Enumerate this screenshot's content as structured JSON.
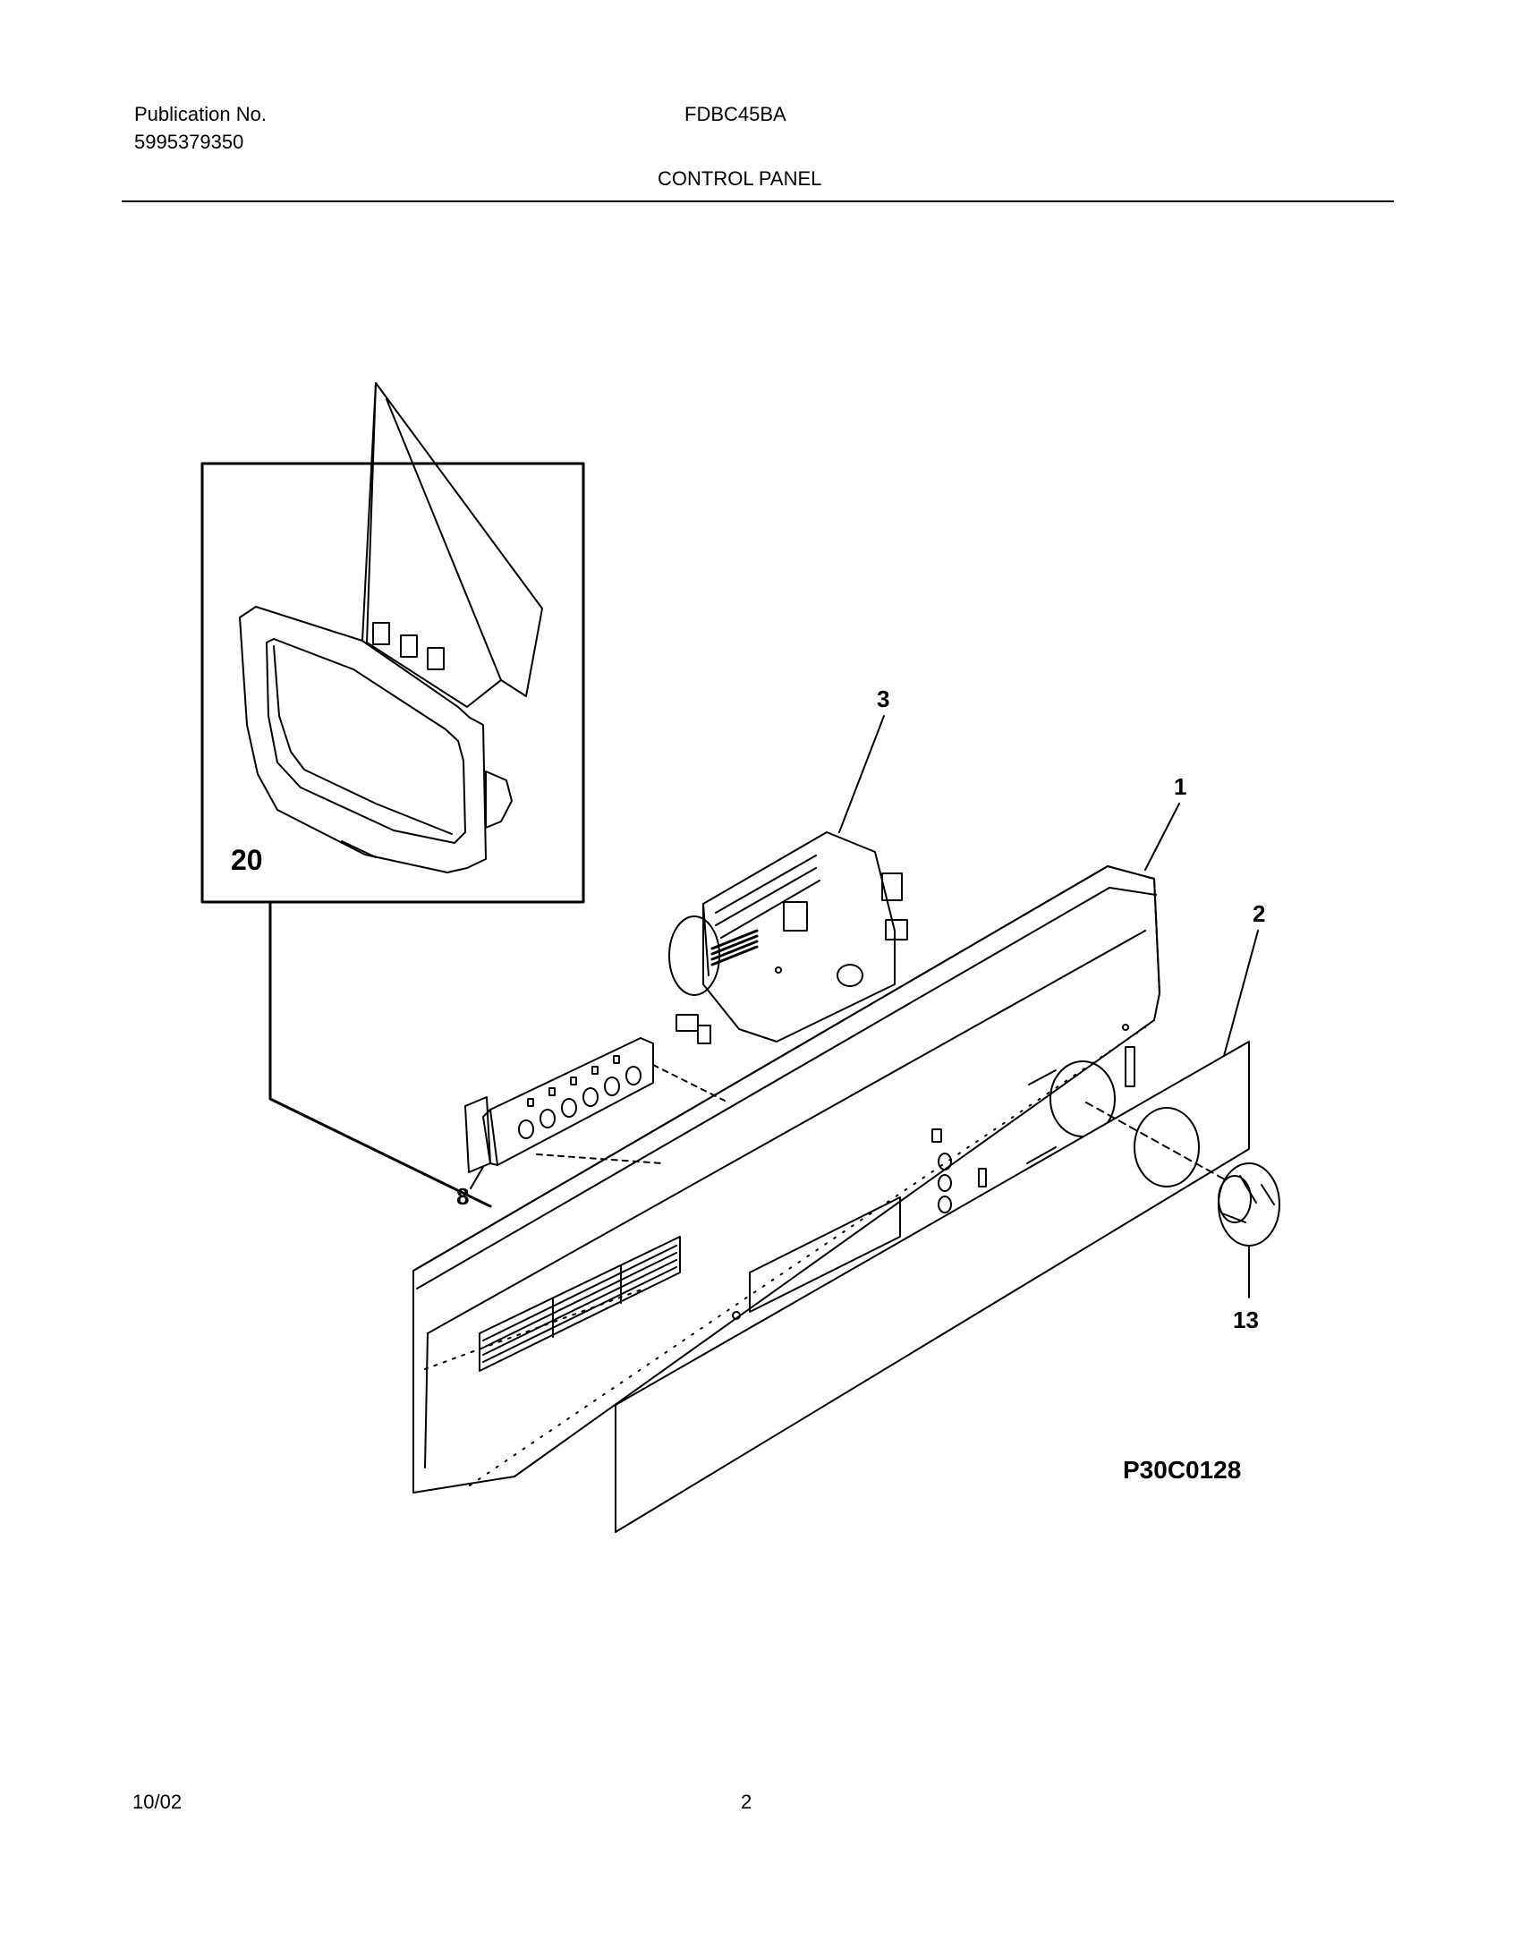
{
  "header": {
    "publication_label": "Publication No.",
    "publication_number": "5995379350",
    "model": "FDBC45BA",
    "section_title": "CONTROL PANEL"
  },
  "diagram": {
    "callouts": {
      "console": "1",
      "overlay": "2",
      "timer": "3",
      "switch_board": "8",
      "knob": "13",
      "inset_part": "20"
    },
    "figure_code": "P30C0128"
  },
  "footer": {
    "date": "10/02",
    "page_number": "2"
  }
}
